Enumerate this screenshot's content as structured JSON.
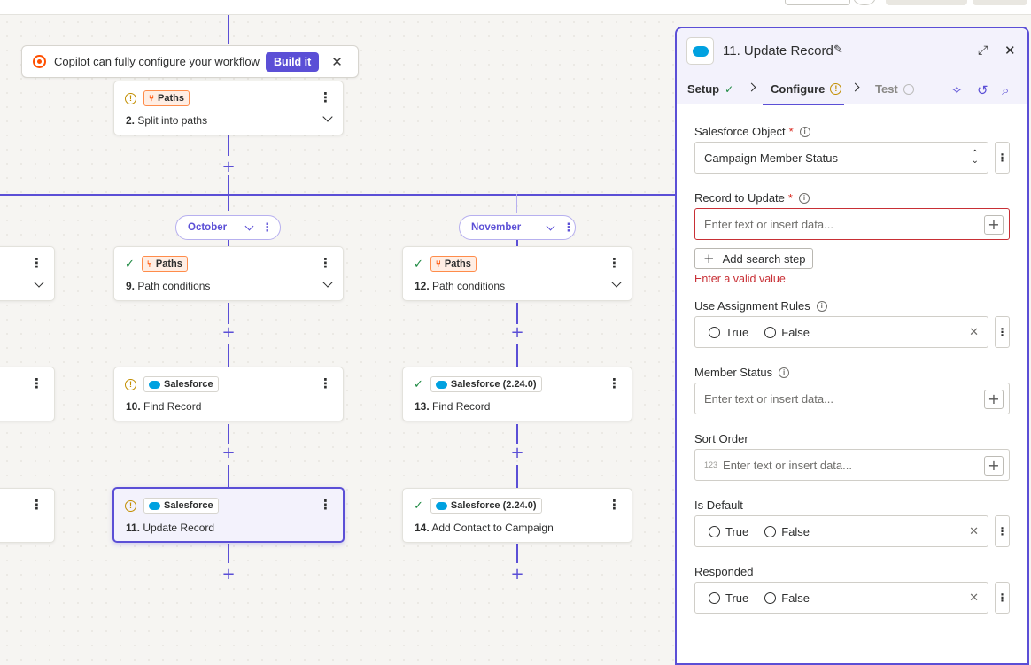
{
  "copilot": {
    "text": "Copilot can fully configure your workflow",
    "button": "Build it"
  },
  "paths": [
    {
      "label": "October"
    },
    {
      "label": "November"
    }
  ],
  "cards": {
    "left_partial": {
      "dummy": ""
    },
    "c2": {
      "badge": "Paths",
      "number": "2.",
      "name": "Split into paths",
      "status": "warning"
    },
    "c9": {
      "badge": "Paths",
      "number": "9.",
      "name": "Path conditions",
      "status": "ok"
    },
    "c12": {
      "badge": "Paths",
      "number": "12.",
      "name": "Path conditions",
      "status": "ok"
    },
    "c10": {
      "badge": "Salesforce",
      "number": "10.",
      "name": "Find Record",
      "status": "warning"
    },
    "c13": {
      "badge": "Salesforce (2.24.0)",
      "number": "13.",
      "name": "Find Record",
      "status": "ok"
    },
    "c11": {
      "badge": "Salesforce",
      "number": "11.",
      "name": "Update Record",
      "status": "warning"
    },
    "c14": {
      "badge": "Salesforce (2.24.0)",
      "number": "14.",
      "name": "Add Contact to Campaign",
      "status": "ok"
    }
  },
  "panel": {
    "title": "11. Update Record",
    "tabs": {
      "setup": "Setup",
      "configure": "Configure",
      "test": "Test"
    },
    "fields": {
      "salesforce_object": {
        "label": "Salesforce Object",
        "value": "Campaign Member Status"
      },
      "record_to_update": {
        "label": "Record to Update",
        "placeholder": "Enter text or insert data...",
        "add_search": "Add search step",
        "error": "Enter a valid value"
      },
      "use_assignment_rules": {
        "label": "Use Assignment Rules",
        "true": "True",
        "false": "False"
      },
      "member_status": {
        "label": "Member Status",
        "placeholder": "Enter text or insert data..."
      },
      "sort_order": {
        "label": "Sort Order",
        "prefix": "123",
        "placeholder": "Enter text or insert data..."
      },
      "is_default": {
        "label": "Is Default",
        "true": "True",
        "false": "False"
      },
      "responded": {
        "label": "Responded",
        "true": "True",
        "false": "False"
      }
    }
  },
  "colors": {
    "accent": "#5b4fd6",
    "paths_orange": "#ff4f00",
    "salesforce_blue": "#00a1e0",
    "error": "#c82f35",
    "success": "#1f8a43",
    "warning": "#c28e00"
  }
}
